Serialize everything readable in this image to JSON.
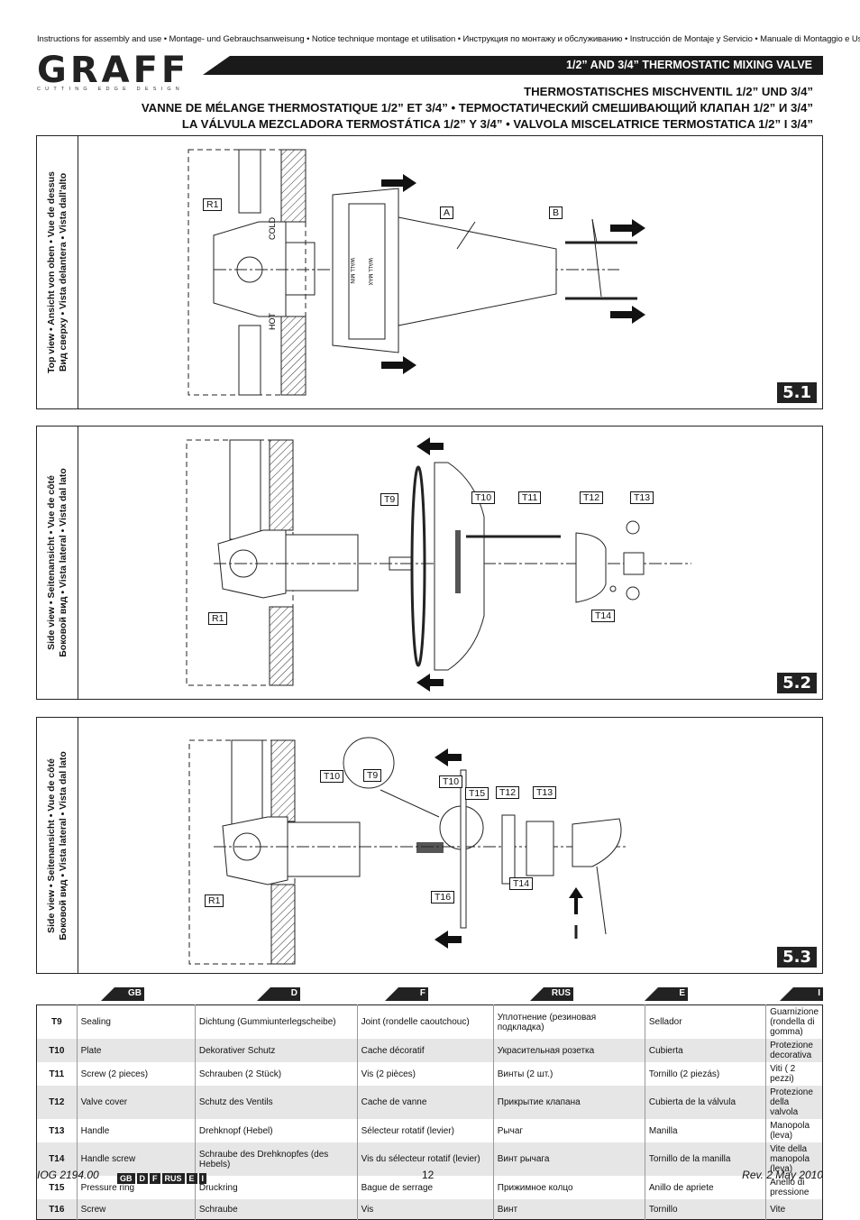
{
  "header": {
    "topline": "Instructions for assembly and use • Montage- und Gebrauchsanweisung • Notice technique montage et utilisation • Инструкция по монтажу и обслуживанию • Instrucción de Montaje y Servicio • Manuale di Montaggio e Uso",
    "logo": "GRAFF",
    "logo_sub": "CUTTING EDGE DESIGN",
    "title_bar": "1/2” AND 3/4” THERMOSTATIC MIXING VALVE",
    "titles": [
      "THERMOSTATISCHES MISCHVENTIL 1/2” UND 3/4”",
      "VANNE DE MÉLANGE THERMOSTATIQUE 1/2” ET 3/4” • ТЕРМОСТАТИЧЕСКИЙ СМЕШИВАЮЩИЙ КЛАПАН 1/2” И 3/4”",
      "LA VÁLVULA MEZCLADORA TERMOSTÁTICA 1/2” Y 3/4” • VALVOLA MISCELATRICE TERMOSTATICA 1/2” I 3/4”"
    ]
  },
  "panels": [
    {
      "side_line1": "Top view • Ansicht von oben • Vue de dessus",
      "side_line2": "Вид сверху • Vista delantera • Vista dall'alto",
      "badge": "5.1",
      "labels": {
        "r1": "R1",
        "a": "A",
        "b": "B",
        "cold": "COLD",
        "hot": "HOT",
        "wall_min": "WALL MIN",
        "wall_max": "WALL MAX"
      }
    },
    {
      "side_line1": "Side view • Seitenansicht • Vue de côté",
      "side_line2": "Боковой вид • Vista lateral • Vista dal lato",
      "badge": "5.2",
      "labels": {
        "t9": "T9",
        "t10": "T10",
        "t11": "T11",
        "t12": "T12",
        "t13": "T13",
        "t14": "T14",
        "r1": "R1"
      }
    },
    {
      "side_line1": "Side view • Seitenansicht • Vue de côté",
      "side_line2": "Боковой вид • Vista lateral • Vista dal lato",
      "badge": "5.3",
      "labels": {
        "t10a": "T10",
        "t9": "T9",
        "t10b": "T10",
        "t15": "T15",
        "t12": "T12",
        "t13": "T13",
        "t14": "T14",
        "t16": "T16",
        "r1": "R1"
      }
    }
  ],
  "languages": [
    "GB",
    "D",
    "F",
    "RUS",
    "E",
    "I"
  ],
  "parts": [
    {
      "id": "T9",
      "gb": "Sealing",
      "d": "Dichtung (Gummiunterlegscheibe)",
      "f": "Joint (rondelle caoutchouc)",
      "rus": "Уплотнение (резиновая подкладка)",
      "e": "Sellador",
      "i": "Guarnizione (rondella di gomma)"
    },
    {
      "id": "T10",
      "gb": "Plate",
      "d": "Dekorativer Schutz",
      "f": "Cache décoratif",
      "rus": "Украсительная розетка",
      "e": "Cubierta",
      "i": "Protezione decorativa"
    },
    {
      "id": "T11",
      "gb": "Screw (2 pieces)",
      "d": "Schrauben (2 Stück)",
      "f": "Vis (2 pièces)",
      "rus": "Винты (2 шт.)",
      "e": "Tornillo (2 piezás)",
      "i": "Viti ( 2 pezzi)"
    },
    {
      "id": "T12",
      "gb": "Valve cover",
      "d": "Schutz des Ventils",
      "f": "Cache de vanne",
      "rus": "Прикрытие клапана",
      "e": "Cubierta de la válvula",
      "i": "Protezione della valvola"
    },
    {
      "id": "T13",
      "gb": "Handle",
      "d": "Drehknopf (Hebel)",
      "f": "Sélecteur rotatif (levier)",
      "rus": "Рычаг",
      "e": "Manilla",
      "i": "Manopola (leva)"
    },
    {
      "id": "T14",
      "gb": "Handle screw",
      "d": "Schraube des Drehknopfes (des Hebels)",
      "f": "Vis du sélecteur rotatif (levier)",
      "rus": "Винт рычага",
      "e": "Tornillo de la manilla",
      "i": "Vite della manopola (leva)"
    },
    {
      "id": "T15",
      "gb": "Pressure ring",
      "d": "Druckring",
      "f": "Bague de serrage",
      "rus": "Прижимное колцо",
      "e": "Anillo de apriete",
      "i": "Anello di pressione"
    },
    {
      "id": "T16",
      "gb": "Screw",
      "d": "Schraube",
      "f": "Vis",
      "rus": "Винт",
      "e": "Tornillo",
      "i": "Vite"
    }
  ],
  "footer": {
    "doc": "IOG 2194.00",
    "codes": [
      "GB",
      "D",
      "F",
      "RUS",
      "E",
      "I"
    ],
    "page": "12",
    "rev": "Rev. 2 May 2010"
  }
}
